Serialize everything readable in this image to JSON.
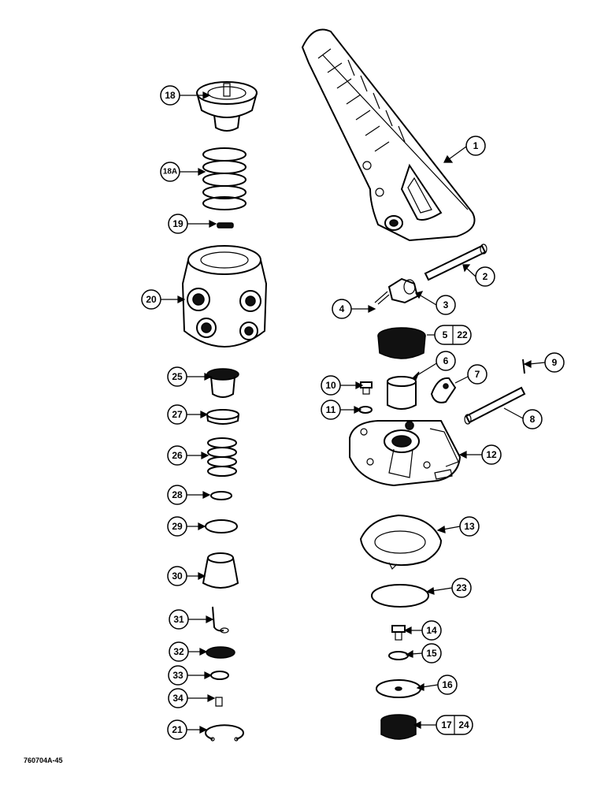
{
  "figure_ref": "760704A-45",
  "callouts": [
    {
      "id": "c18",
      "label": "18"
    },
    {
      "id": "c18A",
      "label": "18A"
    },
    {
      "id": "c19",
      "label": "19"
    },
    {
      "id": "c20",
      "label": "20"
    },
    {
      "id": "c25",
      "label": "25"
    },
    {
      "id": "c27",
      "label": "27"
    },
    {
      "id": "c26",
      "label": "26"
    },
    {
      "id": "c28",
      "label": "28"
    },
    {
      "id": "c29",
      "label": "29"
    },
    {
      "id": "c30",
      "label": "30"
    },
    {
      "id": "c31",
      "label": "31"
    },
    {
      "id": "c32",
      "label": "32"
    },
    {
      "id": "c33",
      "label": "33"
    },
    {
      "id": "c34",
      "label": "34"
    },
    {
      "id": "c21",
      "label": "21"
    },
    {
      "id": "c1",
      "label": "1"
    },
    {
      "id": "c2",
      "label": "2"
    },
    {
      "id": "c3",
      "label": "3"
    },
    {
      "id": "c4",
      "label": "4"
    },
    {
      "id": "c5",
      "label": "5"
    },
    {
      "id": "c22",
      "label": "22"
    },
    {
      "id": "c6",
      "label": "6"
    },
    {
      "id": "c7",
      "label": "7"
    },
    {
      "id": "c8",
      "label": "8"
    },
    {
      "id": "c9",
      "label": "9"
    },
    {
      "id": "c10",
      "label": "10"
    },
    {
      "id": "c11",
      "label": "11"
    },
    {
      "id": "c12",
      "label": "12"
    },
    {
      "id": "c13",
      "label": "13"
    },
    {
      "id": "c23",
      "label": "23"
    },
    {
      "id": "c14",
      "label": "14"
    },
    {
      "id": "c15",
      "label": "15"
    },
    {
      "id": "c16",
      "label": "16"
    },
    {
      "id": "c17",
      "label": "17"
    },
    {
      "id": "c24",
      "label": "24"
    }
  ]
}
